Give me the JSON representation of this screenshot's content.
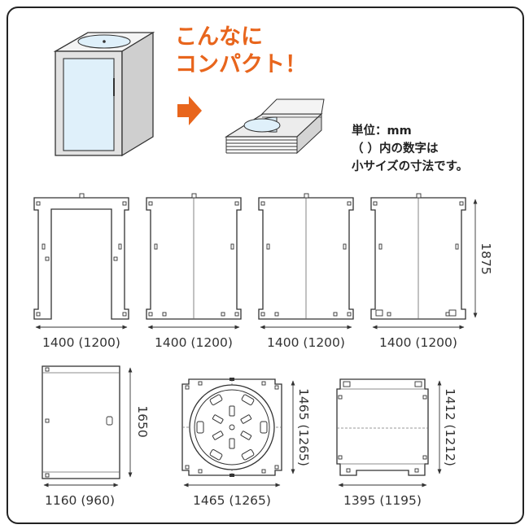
{
  "catchphrase": {
    "line1": "こんなに",
    "line2": "コンパクト！"
  },
  "unit_note": {
    "line1": "単位：mm",
    "line2": "（ ）内の数字は",
    "line3": "小サイズの寸法です。"
  },
  "dimensions": {
    "panel_front_width": "1400 (1200)",
    "panel_back_width": "1400 (1200)",
    "panel_side_a_width": "1400 (1200)",
    "panel_side_b_width": "1400 (1200)",
    "panel_height": "1875",
    "door_width": "1160 (960)",
    "door_height": "1650",
    "roof_width": "1465 (1265)",
    "roof_depth": "1465 (1265)",
    "base_width": "1395 (1195)",
    "base_depth": "1412 (1212)"
  },
  "colors": {
    "accent": "#e8651c",
    "glass": "#dff0fa",
    "line": "#333333"
  }
}
